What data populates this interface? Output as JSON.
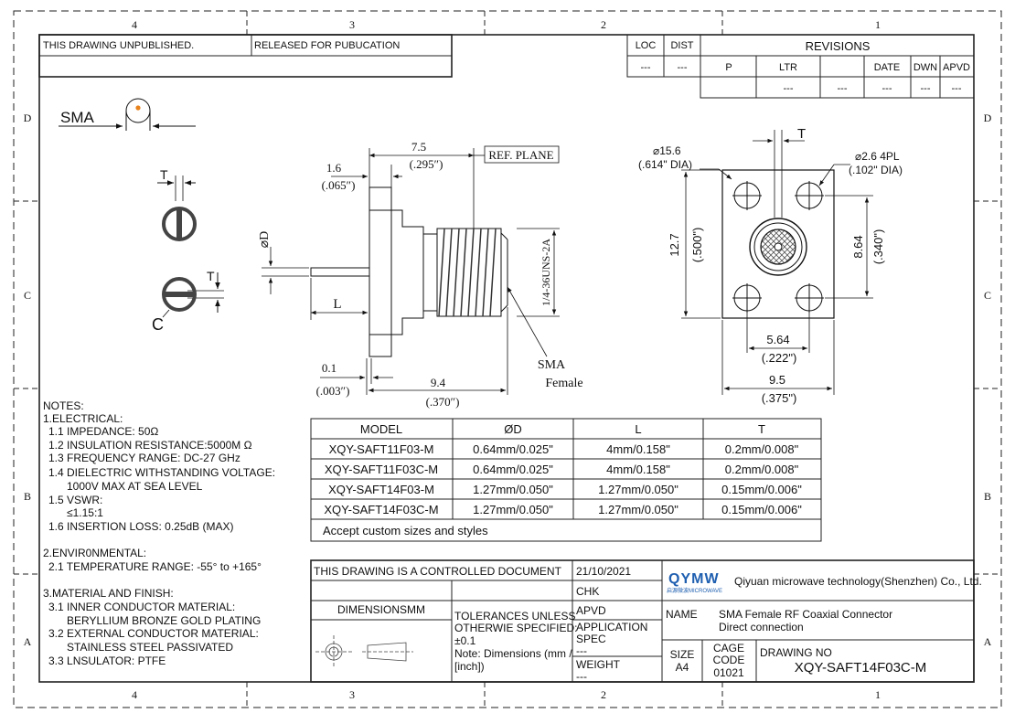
{
  "zones": {
    "cols": [
      "4",
      "3",
      "2",
      "1"
    ],
    "rows": [
      "D",
      "C",
      "B",
      "A"
    ]
  },
  "header": {
    "unpublished": "THIS DRAWING UNPUBLISHED.",
    "released": "RELEASED FOR PUBUCATION",
    "loc_label": "LOC",
    "dist_label": "DIST",
    "loc_value": "---",
    "dist_value": "---"
  },
  "revisions": {
    "title": "REVISIONS",
    "headers": [
      "P",
      "LTR",
      "",
      "DATE",
      "DWN",
      "APVD"
    ],
    "row": [
      "---",
      "---",
      "---",
      "---",
      "---"
    ]
  },
  "sma_icon": {
    "label": "SMA",
    "t_label": "T",
    "phi_label": "C",
    "t2_label": "T"
  },
  "side_view": {
    "dim_75": "7.5",
    "dim_295": "(.295″)",
    "ref_plane": "REF. PLANE",
    "dim_16": "1.6",
    "dim_065": "(.065″)",
    "phi_d": "⌀D",
    "thread": "1/4-36UNS-2A",
    "l_label": "L",
    "sma_label": "SMA",
    "female_label": "Female",
    "dim_01": "0.1",
    "dim_003": "(.003″)",
    "dim_94": "9.4",
    "dim_370": "(.370″)"
  },
  "front_view": {
    "t_label": "T",
    "dia156": "⌀15.6",
    "dia614": "(.614\"  DIA)",
    "dia26": "⌀2.6  4PL",
    "dia102": "(.102\"  DIA)",
    "dim127": "12.7",
    "dim500": "(.500\")",
    "dim864": "8.64",
    "dim340": "(.340\")",
    "dim564": "5.64",
    "dim222": "(.222\")",
    "dim95": "9.5",
    "dim375": "(.375\")"
  },
  "notes": {
    "lines": [
      "NOTES:",
      "1.ELECTRICAL:",
      "  1.1 IMPEDANCE: 50Ω",
      "  1.2 INSULATION RESISTANCE:5000M Ω",
      "  1.3 FREQUENCY RANGE: DC-27 GHz",
      "  1.4 DIELECTRIC WITHSTANDING VOLTAGE:",
      "        1000V MAX AT SEA LEVEL",
      "  1.5 VSWR:",
      "        ≤1.15:1",
      "  1.6 INSERTION LOSS: 0.25dB (MAX)",
      "",
      "2.ENVIR0NMENTAL:",
      "  2.1 TEMPERATURE RANGE: -55° to +165°",
      "",
      "3.MATERIAL AND FINISH:",
      "  3.1 INNER CONDUCTOR MATERIAL:",
      "        BERYLLIUM BRONZE GOLD PLATING",
      "  3.2 EXTERNAL CONDUCTOR MATERIAL:",
      "        STAINLESS STEEL PASSIVATED",
      "  3.3 LNSULATOR: PTFE"
    ]
  },
  "model_table": {
    "headers": [
      "MODEL",
      "ØD",
      "L",
      "T"
    ],
    "rows": [
      [
        "XQY-SAFT11F03-M",
        "0.64mm/0.025\"",
        "4mm/0.158\"",
        "0.2mm/0.008\""
      ],
      [
        "XQY-SAFT11F03C-M",
        "0.64mm/0.025\"",
        "4mm/0.158\"",
        "0.2mm/0.008\""
      ],
      [
        "XQY-SAFT14F03-M",
        "1.27mm/0.050\"",
        "1.27mm/0.050\"",
        "0.15mm/0.006\""
      ],
      [
        "XQY-SAFT14F03C-M",
        "1.27mm/0.050\"",
        "1.27mm/0.050\"",
        "0.15mm/0.006\""
      ]
    ],
    "footer": "Accept custom sizes and styles"
  },
  "title_block": {
    "controlled": "THIS DRAWING IS A CONTROLLED DOCUMENT",
    "date": "21/10/2021",
    "chk": "CHK",
    "apvd": "APVD",
    "app_spec_1": "APPLICATION",
    "app_spec_2": "SPEC",
    "app_spec_3": "---",
    "weight": "WEIGHT",
    "weight_val": "---",
    "dimensions": "DIMENSIONSMM",
    "tol_1": "TOLERANCES UNLESS",
    "tol_2": "OTHERWIE SPECIFIED:",
    "tol_3": "±0.1",
    "tol_4": "Note: Dimensions (mm /",
    "tol_5": "[inch])",
    "logo_text": "QYMW",
    "logo_sub": "启源微波MICROWAVE",
    "company": "Qiyuan microwave technology(Shenzhen) Co., Ltd.",
    "name_label": "NAME",
    "name_1": "SMA Female RF Coaxial Connector",
    "name_2": "Direct connection",
    "size_label": "SIZE",
    "size_val": "A4",
    "cage_1": "CAGE",
    "cage_2": "CODE",
    "cage_val": "01021",
    "drawing_no_label": "DRAWING NO",
    "drawing_no": "XQY-SAFT14F03C-M"
  }
}
